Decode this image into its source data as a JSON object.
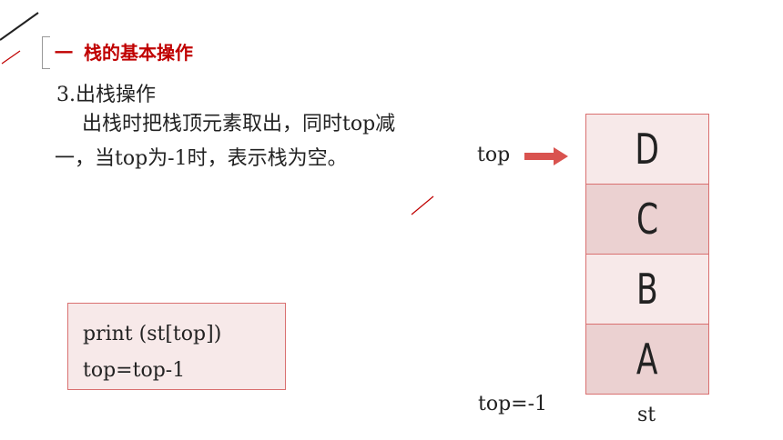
{
  "section": {
    "number": "一",
    "title": "栈的基本操作"
  },
  "subheading": "3.出栈操作",
  "description": {
    "line1": "出栈时把栈顶元素取出，同时top减",
    "line2": "一，当top为-1时，表示栈为空。"
  },
  "pointer": {
    "label": "top",
    "icon": "right-arrow-icon"
  },
  "stack": {
    "cells": [
      "D",
      "C",
      "B",
      "A"
    ],
    "name": "st",
    "empty_label": "top=-1"
  },
  "code": [
    "print (st[top])",
    "top=top-1"
  ],
  "colors": {
    "accent": "#c00000",
    "cell_light": "#f7e9e9",
    "cell_dark": "#ebd1d1",
    "border": "#d97070",
    "arrow": "#d9534f"
  }
}
